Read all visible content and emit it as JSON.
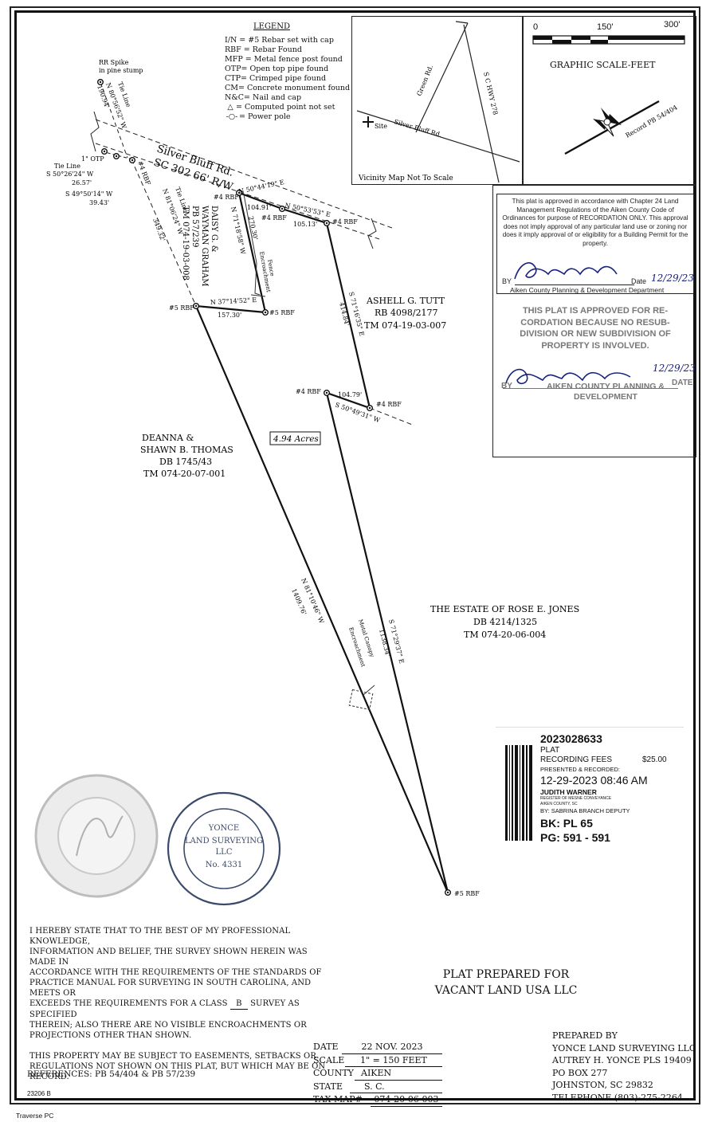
{
  "legend": {
    "title": "LEGEND",
    "items": [
      "I/N = #5 Rebar set with cap",
      "RBF = Rebar Found",
      "MFP = Metal fence post found",
      "OTP= Open top pipe found",
      "CTP= Crimped pipe found",
      "CM= Concrete monument found",
      "N&C= Nail and cap",
      "= Computed point not set",
      "= Power pole"
    ]
  },
  "vicinity_map": {
    "green_rd": "Green Rd.",
    "hwy": "S C HWY 278",
    "site": "Site",
    "silver_bluff": "Silver Bluff Rd.",
    "caption": "Vicinity Map Not To Scale"
  },
  "scale": {
    "zero": "0",
    "mid": "150'",
    "end": "300'",
    "label": "GRAPHIC SCALE-FEET",
    "north_ref": "Record PB 54/404"
  },
  "approval1": {
    "text": "This plat is approved in accordance with Chapter 24 Land Management Regulations of the Aiken County Code of Ordinances for purpose of RECORDATION ONLY. This approval does not imply approval of any particular land use or zoning nor does it imply approval of or eligibility for a Building Permit for the property.",
    "by": "BY",
    "date_label": "Date",
    "date": "12/29/23",
    "dept": "Aiken County Planning & Development Department"
  },
  "approval2": {
    "text": "THIS PLAT IS APPROVED FOR RE-CORDATION BECAUSE NO RESUB-DIVISION OR NEW SUBDIVISION OF PROPERTY IS INVOLVED.",
    "by": "BY",
    "date": "12/29/23",
    "date_label": "DATE",
    "dept": "AIKEN COUNTY PLANNING & DEVELOPMENT"
  },
  "map_labels": {
    "rr_spike": "RR Spike",
    "rr_spike2": "in pine stump",
    "tie_line_top": "Tie Line",
    "n_bearing_top": "N 80°56'52\" W",
    "dist_top": "190.94'",
    "otp": "1\" OTP",
    "tie_line_left": "Tie Line",
    "s50": "S 50°26'24\" W",
    "d2657": "26.57'",
    "s49": "S 49°50'14\" W",
    "d3943": "39.43'",
    "rbf4_top": "#4 RBF",
    "road1": "Silver Bluff Rd.",
    "road2": "SC 302  66' R/W",
    "b1": "N 50°44'19\" E",
    "d1": "104.91'",
    "b2": "N 50°53'53\" E",
    "d2": "105.13'",
    "rbf_a": "#4 RBF",
    "rbf_b": "#4 RBF",
    "rbf_c": "#4 RBF",
    "daisy1": "DAISY G. &",
    "daisy2": "WAYMAN GRAHAM",
    "daisy3": "PB 57/239",
    "daisy4": "TM 074-19-03-008",
    "n71": "N 71°18'58\" W",
    "d27030": "270.30'",
    "fence": "Fence",
    "fence2": "Encroachment",
    "tie_line_mid": "Tie Line",
    "n81_tie": "N 81°06'24\" W",
    "d34932": "349.32'",
    "rbf5_left": "#5 RBF",
    "n37": "N 37°14'52\" E",
    "d15730": "157.30'",
    "rbf5_mid": "#5 RBF",
    "tutt1": "ASHELL G. TUTT",
    "tutt2": "RB 4098/2177",
    "tutt3": "TM 074-19-03-007",
    "s71_top": "S 71°16'35\" E",
    "d41484": "414.84'",
    "rbf4_e": "#4 RBF",
    "d10479": "104.79'",
    "s5049": "S 50°49'31\" W",
    "rbf4_f": "#4 RBF",
    "acres": "4.94 Acres",
    "thomas1": "DEANNA &",
    "thomas2": "SHAWN B. THOMAS",
    "thomas3": "DB 1745/43",
    "thomas4": "TM 074-20-07-001",
    "jones1": "THE ESTATE OF ROSE E. JONES",
    "jones2": "DB 4214/1325",
    "jones3": "TM 074-20-06-004",
    "n81_long": "N 81°10'46\" W",
    "d140976": "1409.76'",
    "s71_long": "S 71°29'37\" E",
    "d113834": "1138.34'",
    "canopy": "Metal Canopy",
    "canopy2": "Encroachment",
    "rbf5_bottom": "#5 RBF"
  },
  "recording": {
    "number": "2023028633",
    "type": "PLAT",
    "fees_label": "RECORDING FEES",
    "fees": "$25.00",
    "presented": "PRESENTED & RECORDED:",
    "datetime": "12-29-2023 08:46 AM",
    "name": "JUDITH WARNER",
    "title": "REGISTER OF MESNE CONVEYANCE",
    "county": "AIKEN COUNTY, SC",
    "deputy": "BY: SABRINA BRANCH DEPUTY",
    "bk": "BK: PL 65",
    "pg": "PG: 591 - 591"
  },
  "seal": {
    "l1": "YONCE",
    "l2": "LAND SURVEYING",
    "l3": "LLC",
    "l4": "No. 4331"
  },
  "statement": {
    "p1a": "I HEREBY STATE THAT TO THE BEST OF MY PROFESSIONAL KNOWLEDGE,",
    "p1b": "INFORMATION AND BELIEF, THE SURVEY SHOWN HEREIN WAS MADE IN",
    "p1c": "ACCORDANCE WITH THE REQUIREMENTS OF THE STANDARDS OF",
    "p1d": "PRACTICE MANUAL FOR SURVEYING IN SOUTH CAROLINA, AND MEETS OR",
    "p1e_pre": "EXCEEDS THE REQUIREMENTS FOR A CLASS",
    "p1e_class": "B",
    "p1e_post": "SURVEY AS SPECIFIED",
    "p1f": "THEREIN; ALSO THERE ARE NO VISIBLE ENCROACHMENTS OR",
    "p1g": "PROJECTIONS OTHER THAN SHOWN.",
    "p2a": "THIS PROPERTY MAY BE SUBJECT TO EASEMENTS, SETBACKS OR",
    "p2b": "REGULATIONS NOT SHOWN ON THIS PLAT, BUT WHICH MAY BE ON",
    "p2c": "RECORD."
  },
  "plat_title": {
    "l1": "PLAT PREPARED FOR",
    "l2": "VACANT LAND USA LLC"
  },
  "info": {
    "date_label": "DATE",
    "date": "22  NOV.  2023",
    "scale_label": "SCALE",
    "scale": "1\" = 150  FEET",
    "county_label": "COUNTY",
    "county": "AIKEN",
    "state_label": "STATE",
    "state": "S. C.",
    "tax_label": "TAX MAP#",
    "tax": "074-20-06-003"
  },
  "prepared": {
    "l1": "PREPARED BY",
    "l2": "YONCE LAND SURVEYING LLC",
    "l3": "AUTREY H. YONCE PLS 19409",
    "l4": "PO BOX 277",
    "l5": "JOHNSTON, SC 29832",
    "l6": "TELEPHONE (803)-275-2264"
  },
  "references": "REFERENCES: PB 54/404  &  PB 57/239",
  "job_no": "23206 B",
  "footer": "Traverse PC"
}
